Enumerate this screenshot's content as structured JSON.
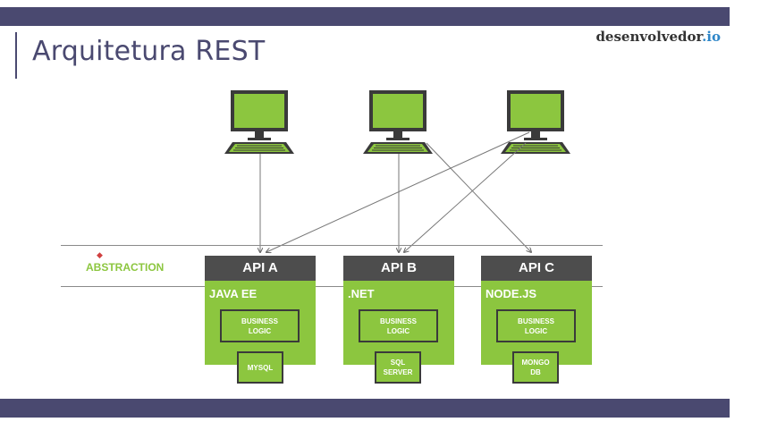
{
  "header": {
    "title": "Arquitetura REST",
    "brand_name": "desenvolvedor",
    "brand_tld": ".io"
  },
  "diagram": {
    "layer_label": "ABSTRACTION",
    "apis": [
      {
        "name": "API A",
        "tech": "JAVA EE",
        "logic": "BUSINESS\nLOGIC",
        "db": "MYSQL"
      },
      {
        "name": "API B",
        "tech": ".NET",
        "logic": "BUSINESS\nLOGIC",
        "db": "SQL\nSERVER"
      },
      {
        "name": "API C",
        "tech": "NODE.JS",
        "logic": "BUSINESS\nLOGIC",
        "db": "MONGO\nDB"
      }
    ],
    "client_icon": "computer-icon"
  },
  "colors": {
    "bar": "#4a4970",
    "green": "#8cc63f",
    "api_header": "#4d4d4d",
    "brand_accent": "#2e86c8"
  }
}
